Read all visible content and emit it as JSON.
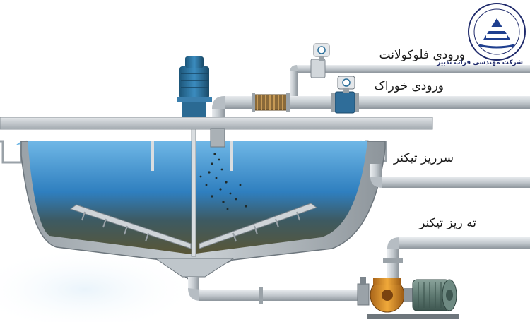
{
  "labels": {
    "flocculant_inlet": "ورودی فلوکولانت",
    "feed_inlet": "ورودی خوراک",
    "thickener_overflow": "سرریز تیکنر",
    "thickener_underflow": "ته ریز تیکنر"
  },
  "logo": {
    "company_name": "شرکت مهندسی فراب تدبیر"
  },
  "colors": {
    "pipe": "#c9ced3",
    "pipe_dark": "#8c949b",
    "water": "#3b8fd0",
    "slurry": "#5a5a3c",
    "tank": "#a6adb2",
    "motor_blue": "#2a6f9a",
    "pump_orange": "#d38a1c",
    "logo_blue": "#1f2a6b"
  }
}
